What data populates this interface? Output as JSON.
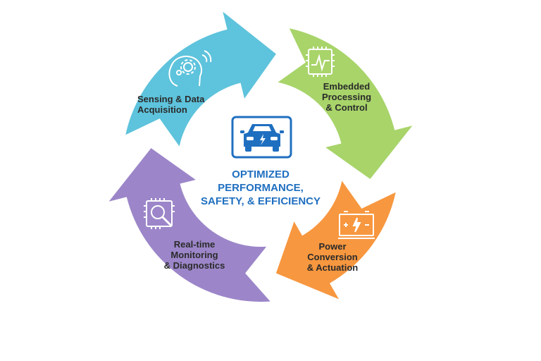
{
  "center": {
    "icon": "electric-car-icon",
    "lines": [
      "OPTIMIZED",
      "PERFORMANCE,",
      "SAFETY, & EFFICIENCY"
    ],
    "color": "#1f6fc0"
  },
  "stages": [
    {
      "label_lines": [
        "Sensing & Data",
        "Acquisition"
      ],
      "icon": "head-gear-signal-icon",
      "color": "#5ec3dc"
    },
    {
      "label_lines": [
        "Embedded",
        "Processing",
        "& Control"
      ],
      "icon": "chip-waveform-icon",
      "color": "#a8d46a"
    },
    {
      "label_lines": [
        "Power",
        "Conversion",
        "& Actuation"
      ],
      "icon": "battery-bolt-icon",
      "color": "#f7973f"
    },
    {
      "label_lines": [
        "Real-time",
        "Monitoring",
        "& Diagnostics"
      ],
      "icon": "chip-magnifier-icon",
      "color": "#9c86c9"
    }
  ]
}
